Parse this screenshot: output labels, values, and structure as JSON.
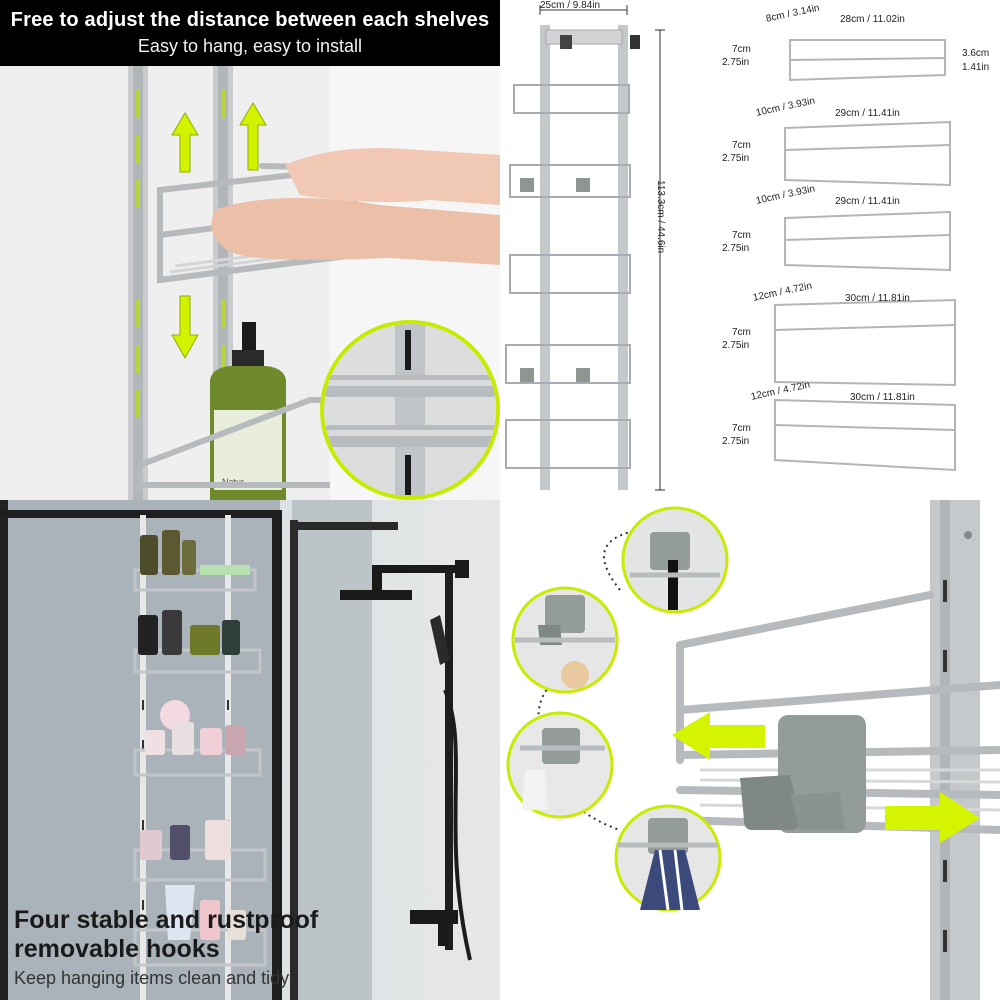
{
  "panel_top_left": {
    "headline": "Free to adjust the distance between each shelves",
    "subline": "Easy to hang, easy to install",
    "bottle_label": "Natur"
  },
  "panel_top_right": {
    "overall_width": "25cm / 9.84in",
    "overall_height": "113.3cm / 44.6in",
    "shelves": [
      {
        "depth": "8cm / 3.14in",
        "length": "28cm / 11.02in",
        "height_cm": "7cm",
        "height_in": "2.75in",
        "extra_cm": "3.6cm",
        "extra_in": "1.41in"
      },
      {
        "depth": "10cm / 3.93in",
        "length": "29cm / 11.41in",
        "height_cm": "7cm",
        "height_in": "2.75in"
      },
      {
        "depth": "10cm / 3.93in",
        "length": "29cm / 11.41in",
        "height_cm": "7cm",
        "height_in": "2.75in"
      },
      {
        "depth": "12cm / 4.72in",
        "length": "30cm / 11.81in",
        "height_cm": "7cm",
        "height_in": "2.75in"
      },
      {
        "depth": "12cm / 4.72in",
        "length": "30cm / 11.81in",
        "height_cm": "7cm",
        "height_in": "2.75in"
      }
    ]
  },
  "panel_bottom_right": {
    "headline_line1": "Four stable and rustproof",
    "headline_line2": "removable hooks",
    "subline": "Keep hanging items clean and tidy"
  },
  "colors": {
    "metal": "#c7c9cc",
    "accent_arrow": "#c8f000",
    "hook_gray": "#8c9591",
    "banner_bg": "#000000"
  }
}
